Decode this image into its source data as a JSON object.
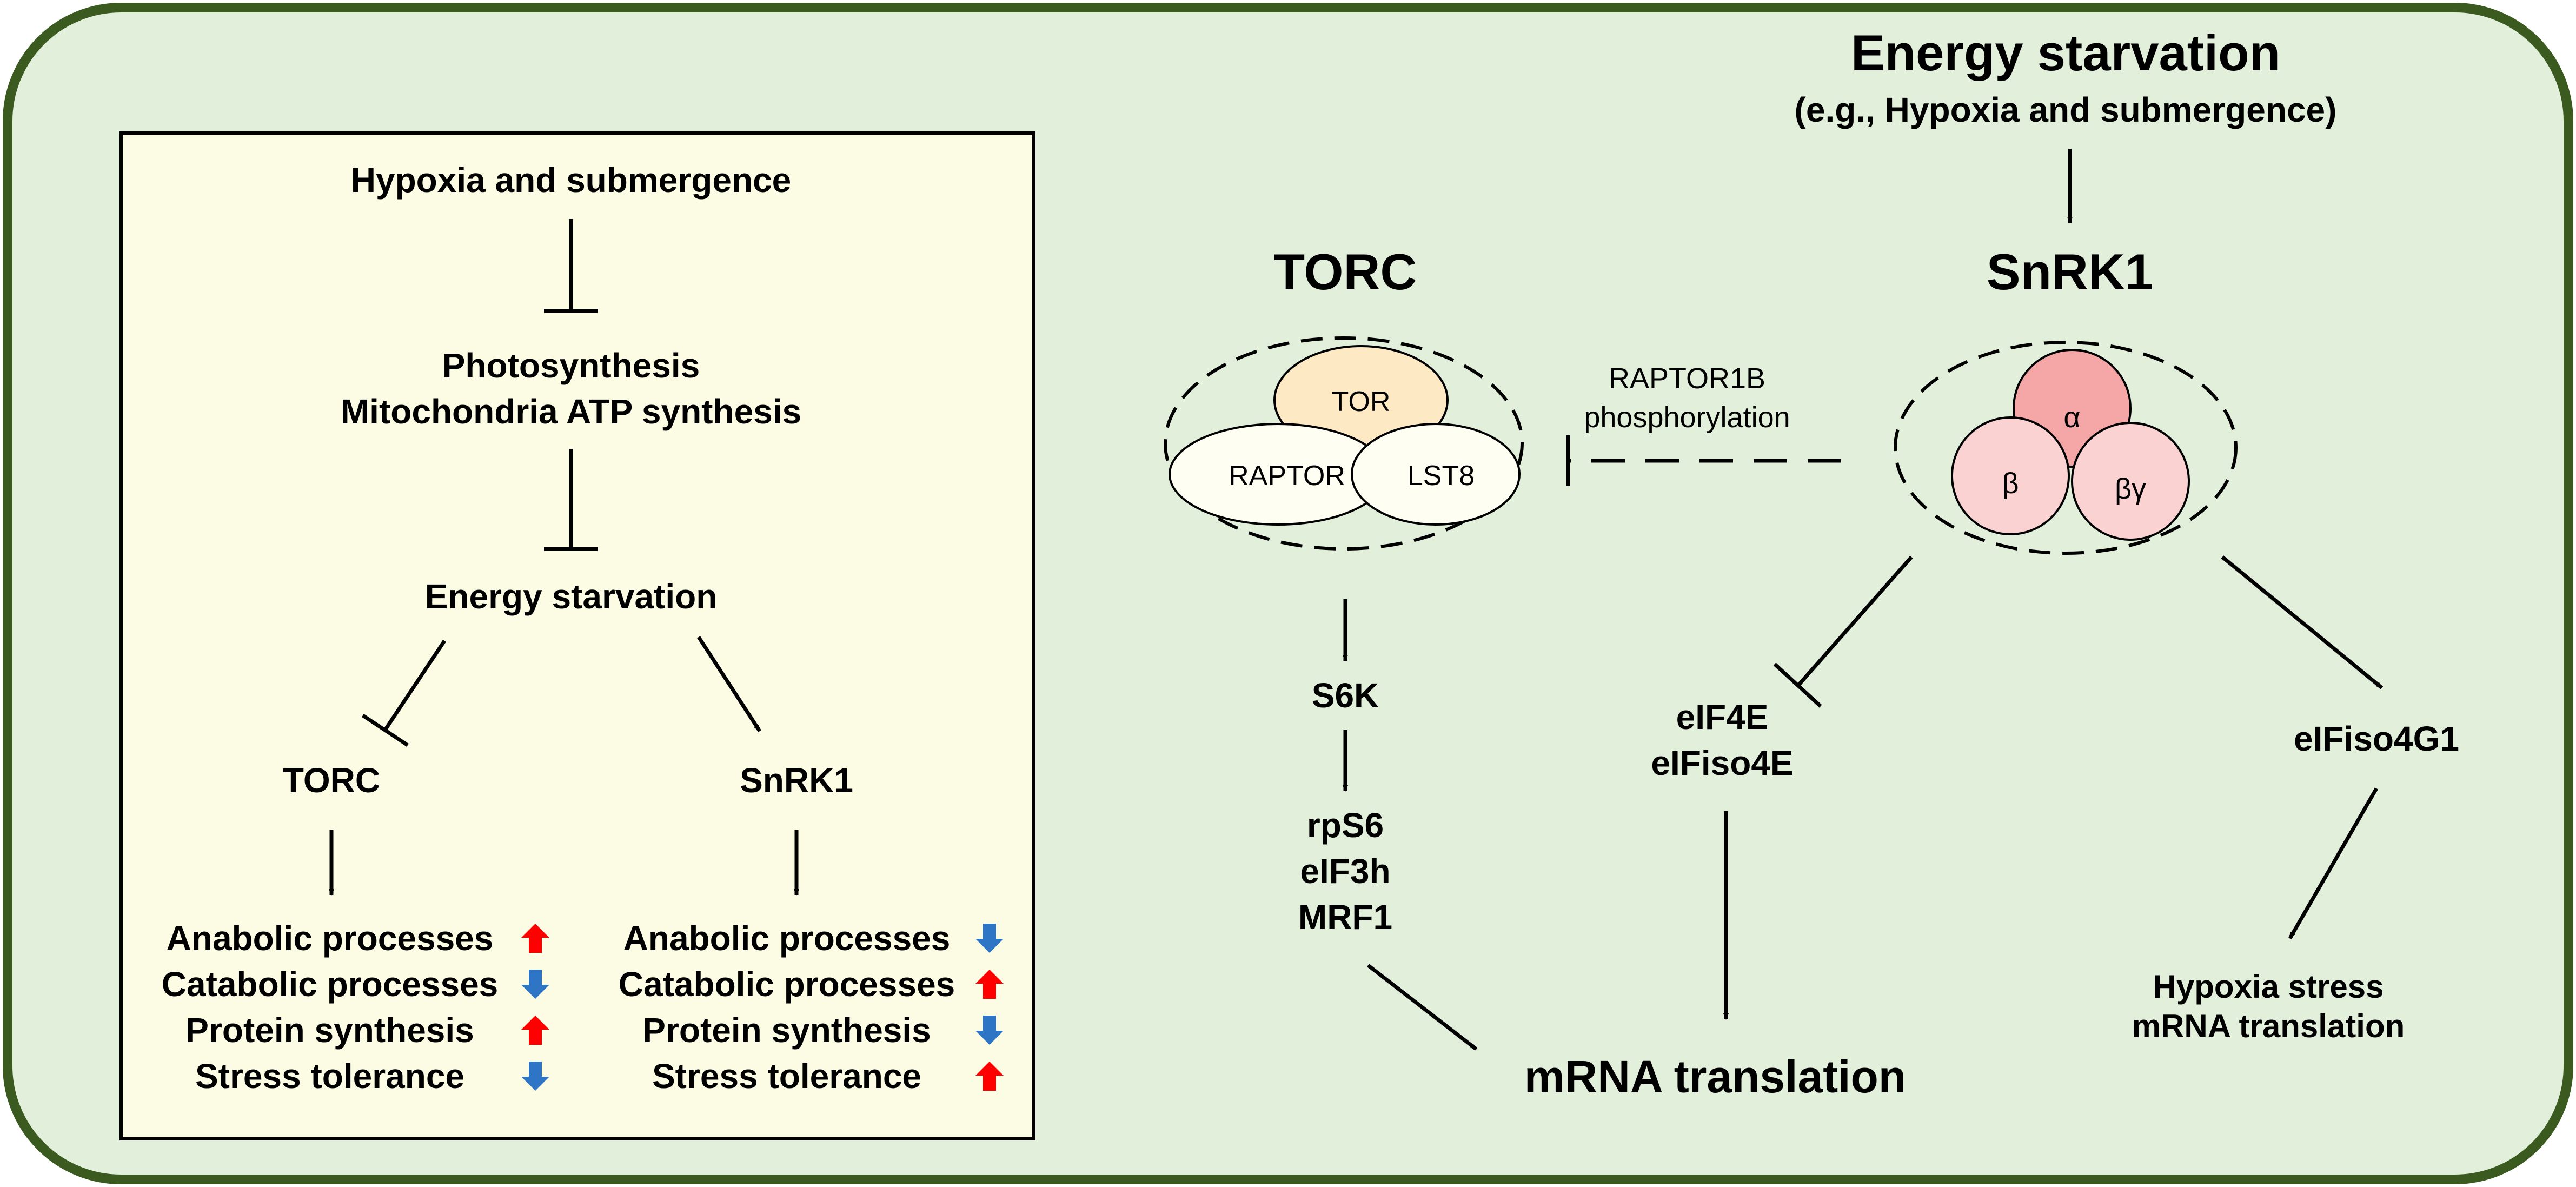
{
  "colors": {
    "outer_fill": "#e2efda",
    "outer_border": "#3a5a1f",
    "inset_fill": "#fcfce4",
    "line": "#000000",
    "tor_fill": "#fde9c4",
    "neutral_subunit_fill": "#fffef2",
    "alpha_fill": "#f5a6a6",
    "beta_fill": "#fad2d2",
    "up_arrow": "#ff0000",
    "down_arrow": "#2e75c6"
  },
  "inset": {
    "hypoxia_submergence": "Hypoxia and submergence",
    "photosynthesis": "Photosynthesis",
    "mito_atp": "Mitochondria ATP synthesis",
    "energy_starvation": "Energy starvation",
    "torc": "TORC",
    "snrk1": "SnRK1",
    "torc_effects": [
      {
        "label": "Anabolic processes",
        "direction": "up"
      },
      {
        "label": "Catabolic processes",
        "direction": "down"
      },
      {
        "label": "Protein synthesis",
        "direction": "up"
      },
      {
        "label": "Stress tolerance",
        "direction": "down"
      }
    ],
    "snrk1_effects": [
      {
        "label": "Anabolic processes",
        "direction": "down"
      },
      {
        "label": "Catabolic processes",
        "direction": "up"
      },
      {
        "label": "Protein synthesis",
        "direction": "down"
      },
      {
        "label": "Stress tolerance",
        "direction": "up"
      }
    ]
  },
  "main": {
    "energy_starvation": "Energy starvation",
    "energy_starvation_example": "(e.g., Hypoxia and submergence)",
    "torc": "TORC",
    "snrk1": "SnRK1",
    "tor": "TOR",
    "raptor": "RAPTOR",
    "lst8": "LST8",
    "alpha": "α",
    "beta": "β",
    "beta_gamma": "βγ",
    "raptor1b_line1": "RAPTOR1B",
    "raptor1b_line2": "phosphorylation",
    "s6k": "S6K",
    "rps6": "rpS6",
    "eif3h": "eIF3h",
    "mrf1": "MRF1",
    "eif4e": "eIF4E",
    "eifiso4e": "eIFiso4E",
    "eifiso4g1": "eIFiso4G1",
    "hypoxia_stress_line1": "Hypoxia stress",
    "hypoxia_stress_line2": "mRNA translation",
    "mrna_translation": "mRNA translation"
  }
}
